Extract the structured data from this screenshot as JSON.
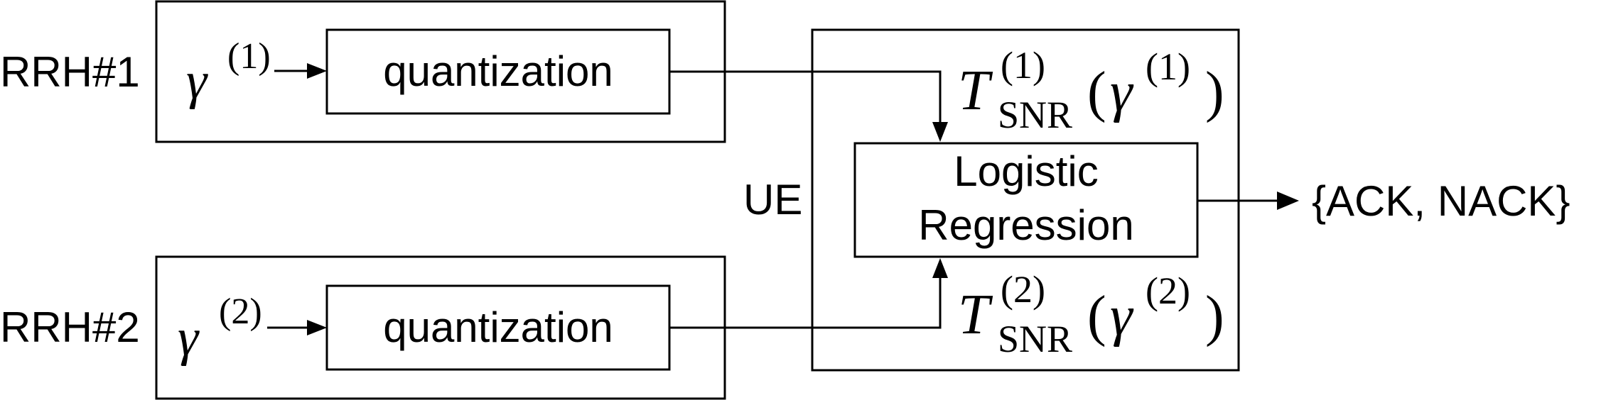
{
  "rrh1": {
    "label": "RRH#1",
    "gamma": "γ",
    "gamma_sup": "(1)",
    "block_label": "quantization"
  },
  "rrh2": {
    "label": "RRH#2",
    "gamma": "γ",
    "gamma_sup": "(2)",
    "block_label": "quantization"
  },
  "ue": {
    "label": "UE",
    "block_label_line1": "Logistic",
    "block_label_line2": "Regression",
    "input1": {
      "t": "T",
      "sup": "(1)",
      "sub": "SNR",
      "arg_open": "(",
      "gamma": "γ",
      "gamma_sup": "(1)",
      "arg_close": ")"
    },
    "input2": {
      "t": "T",
      "sup": "(2)",
      "sub": "SNR",
      "arg_open": "(",
      "gamma": "γ",
      "gamma_sup": "(2)",
      "arg_close": ")"
    }
  },
  "output": {
    "label": "{ACK, NACK}"
  },
  "colors": {
    "stroke": "#000000",
    "background": "#ffffff"
  }
}
